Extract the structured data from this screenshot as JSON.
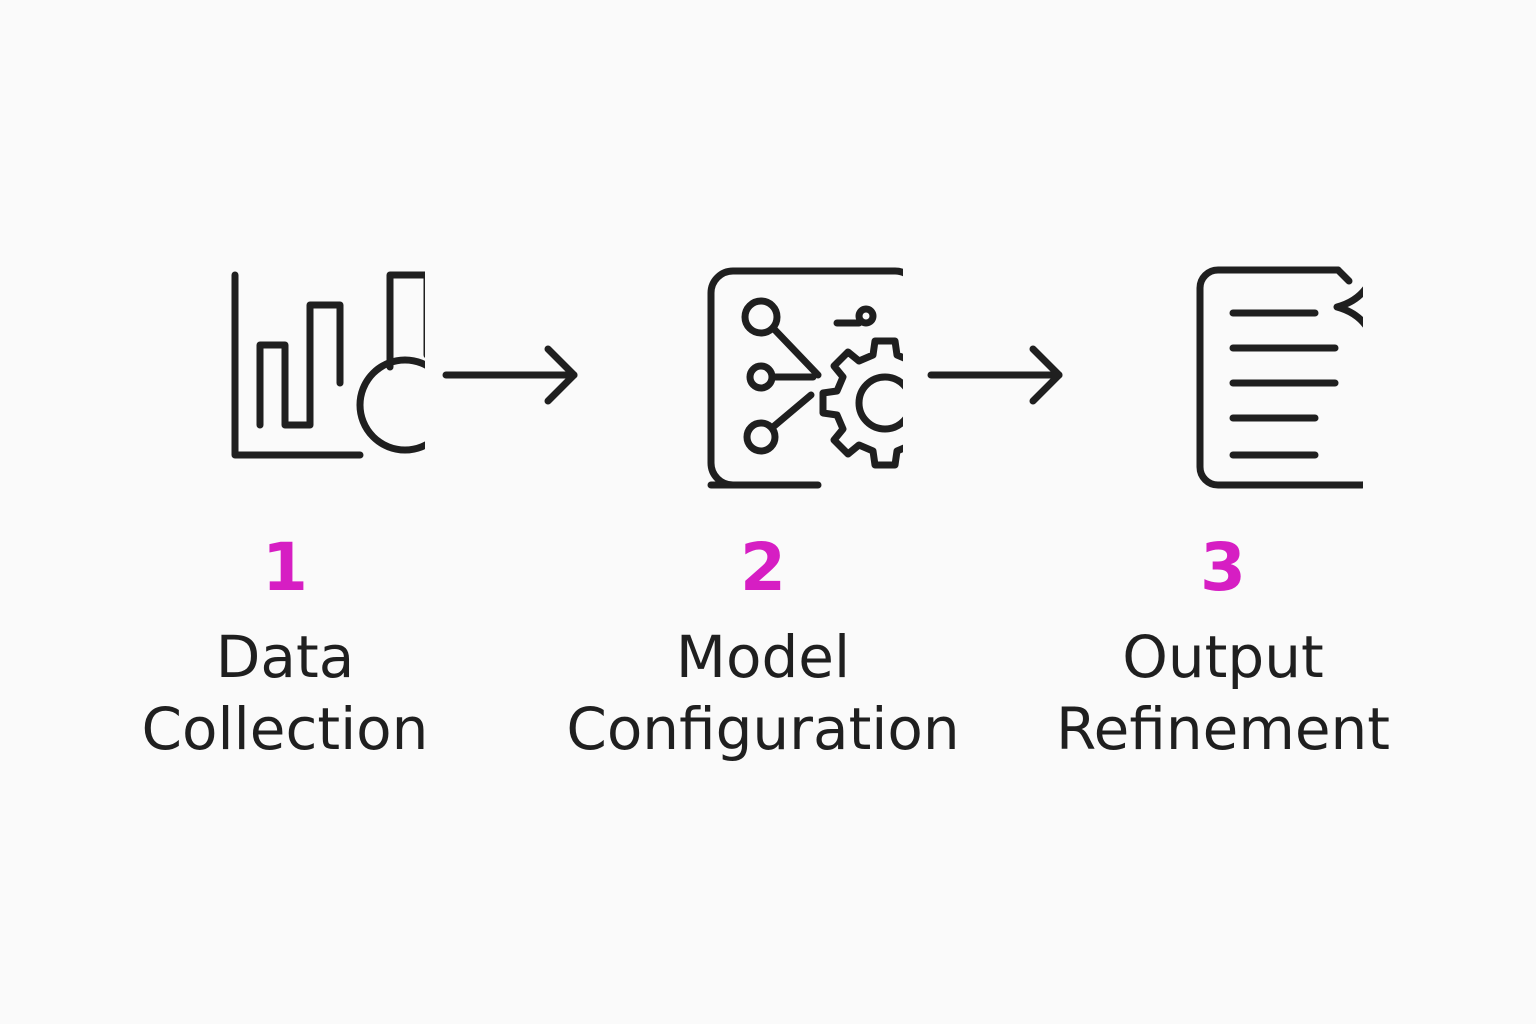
{
  "accent_color": "#d61ec3",
  "text_color": "#1f1f1f",
  "steps": [
    {
      "number": "1",
      "label_lines": [
        "Data",
        "Collection"
      ],
      "icon": "bar-chart-magnifier-icon"
    },
    {
      "number": "2",
      "label_lines": [
        "Model",
        "Configuration"
      ],
      "icon": "network-gear-icon"
    },
    {
      "number": "3",
      "label_lines": [
        "Output",
        "Refinement"
      ],
      "icon": "document-sparkle-icon"
    }
  ],
  "connectors": [
    "arrow-right-icon",
    "arrow-right-icon"
  ]
}
